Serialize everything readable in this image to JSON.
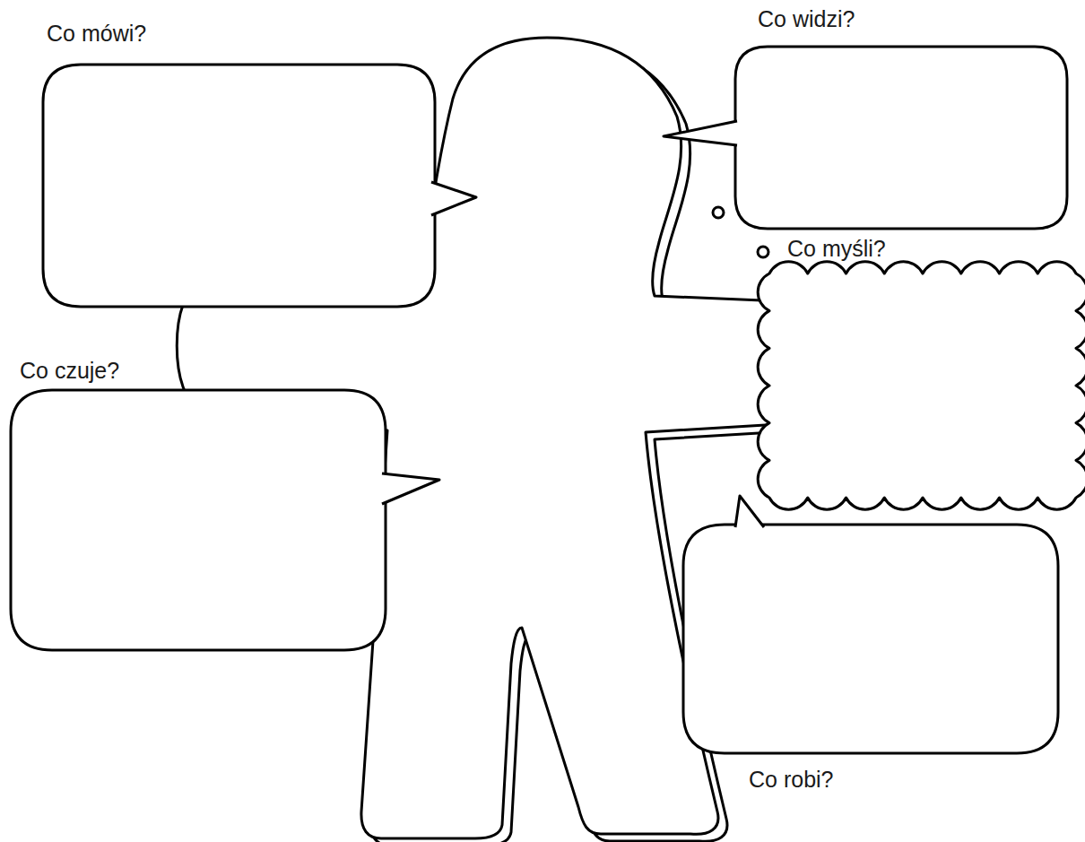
{
  "diagram": {
    "nodes": [
      {
        "text": [
          "Co mówi?"
        ]
      },
      {
        "text": [
          "Co widzi?"
        ]
      },
      {
        "text": [
          "Co myśli?"
        ]
      },
      {
        "text": [
          "Co czuje?"
        ]
      },
      {
        "text": [
          "Co robi?"
        ]
      }
    ]
  }
}
